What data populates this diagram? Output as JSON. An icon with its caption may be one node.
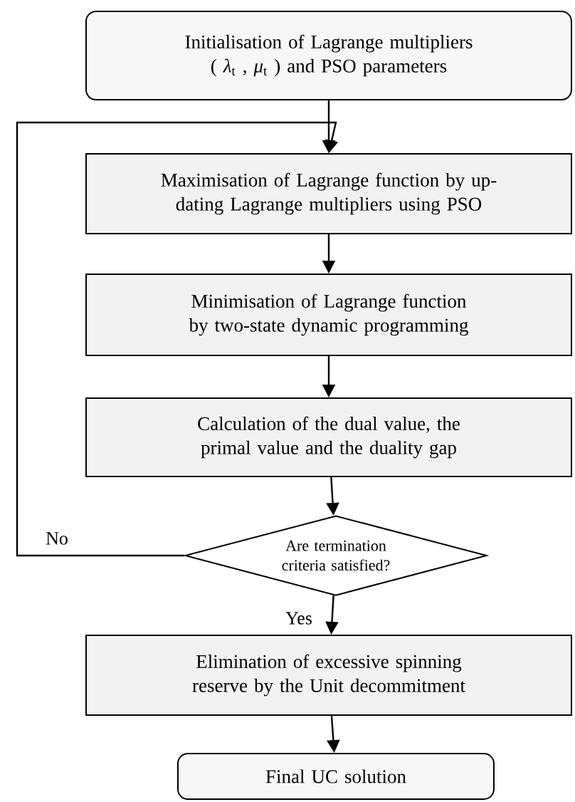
{
  "diagram": {
    "nodes": [
      {
        "text": [
          "Initialisation of Lagrange multipliers ( *λ*$_{t}$ , *μ*$_{t}$ ) and PSO parameters"
        ]
      },
      {
        "text": [
          "Maximisation of Lagrange function by up-dating Lagrange multipliers using PSO"
        ]
      },
      {
        "text": [
          "Minimisation of Lagrange function by two-state dynamic programming"
        ]
      },
      {
        "text": [
          "Calculation of the dual value, the primal value and the duality gap"
        ]
      },
      {
        "text": [
          "Are termination criteria satisfied?"
        ]
      },
      {
        "text": [
          "Elimination of excessive spinning reserve by the Unit decommitment"
        ]
      },
      {
        "text": [
          "Final UC solution"
        ]
      }
    ],
    "edges": [
      {
        "from": 0,
        "to": 1,
        "arrow": "to"
      },
      {
        "from": 1,
        "to": 2,
        "arrow": "to"
      },
      {
        "from": 2,
        "to": 3,
        "arrow": "to"
      },
      {
        "from": 3,
        "to": 4,
        "arrow": "to"
      },
      {
        "from": 4,
        "to": 1,
        "arrow": "to",
        "label": "No"
      },
      {
        "from": 4,
        "to": 5,
        "arrow": "to",
        "label": "Yes"
      },
      {
        "from": 5,
        "to": 6,
        "arrow": "to"
      }
    ]
  }
}
